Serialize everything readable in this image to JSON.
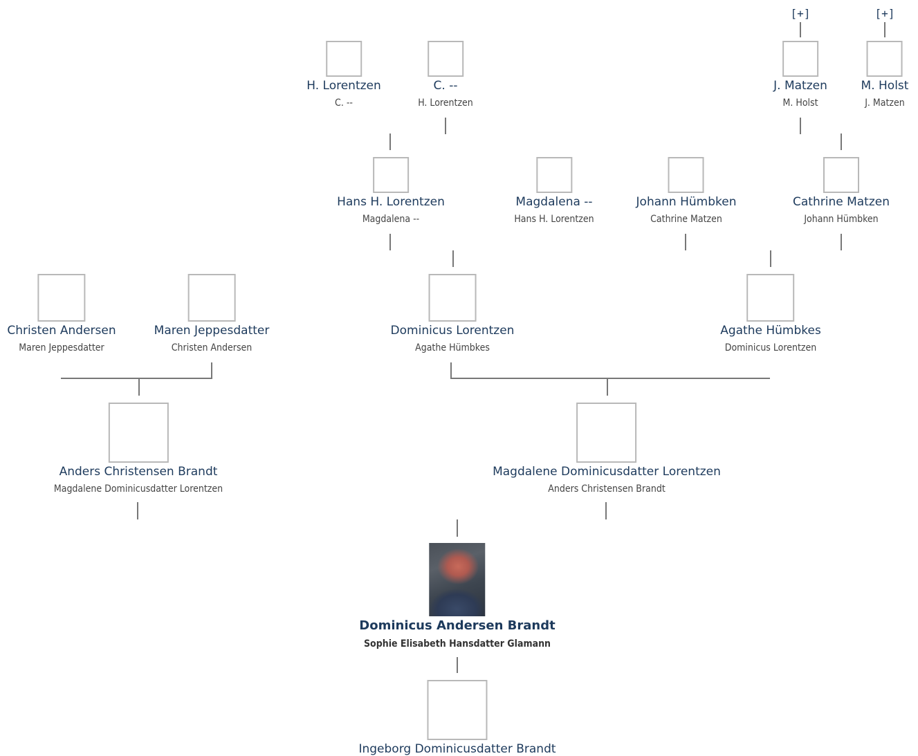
{
  "expand_label": "[+]",
  "people": {
    "h_lorentzen": {
      "name": "H. Lorentzen",
      "spouse": "C. --"
    },
    "c_dash": {
      "name": "C. --",
      "spouse": "H. Lorentzen"
    },
    "j_matzen": {
      "name": "J. Matzen",
      "spouse": "M. Holst"
    },
    "m_holst": {
      "name": "M. Holst",
      "spouse": "J. Matzen"
    },
    "hans_h_lorentzen": {
      "name": "Hans H. Lorentzen",
      "spouse": "Magdalena --"
    },
    "magdalena_dash": {
      "name": "Magdalena --",
      "spouse": "Hans H. Lorentzen"
    },
    "johann_humbken": {
      "name": "Johann Hümbken",
      "spouse": "Cathrine Matzen"
    },
    "cathrine_matzen": {
      "name": "Cathrine Matzen",
      "spouse": "Johann Hümbken"
    },
    "christen_andersen": {
      "name": "Christen Andersen",
      "spouse": "Maren Jeppesdatter"
    },
    "maren_jeppesdatter": {
      "name": "Maren Jeppesdatter",
      "spouse": "Christen Andersen"
    },
    "dominicus_lorentzen": {
      "name": "Dominicus Lorentzen",
      "spouse": "Agathe Hümbkes"
    },
    "agathe_humbkes": {
      "name": "Agathe Hümbkes",
      "spouse": "Dominicus Lorentzen"
    },
    "anders_brandt": {
      "name": "Anders Christensen Brandt",
      "spouse": "Magdalene Dominicusdatter Lorentzen"
    },
    "magdalene_lorentzen": {
      "name": "Magdalene Dominicusdatter Lorentzen",
      "spouse": "Anders Christensen Brandt"
    },
    "dominicus_brandt": {
      "name": "Dominicus Andersen Brandt",
      "spouse": "Sophie Elisabeth Hansdatter Glamann"
    },
    "ingeborg_brandt": {
      "name": "Ingeborg Dominicusdatter Brandt"
    }
  }
}
